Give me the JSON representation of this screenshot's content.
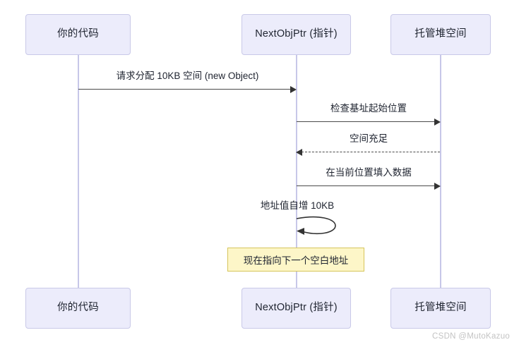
{
  "diagram": {
    "type": "sequence-diagram",
    "background_color": "#ffffff",
    "actor_fill": "#ececfb",
    "actor_border": "#c9c9e8",
    "lifeline_color": "#c7c7e8",
    "arrow_color": "#333333",
    "note_fill": "#fdf6c8",
    "note_border": "#d6c55b",
    "participants": [
      {
        "id": "code",
        "label": "你的代码"
      },
      {
        "id": "ptr",
        "label": "NextObjPtr (指针)"
      },
      {
        "id": "heap",
        "label": "托管堆空间"
      }
    ],
    "messages": [
      {
        "from": "code",
        "to": "ptr",
        "label": "请求分配 10KB 空间 (new Object)",
        "style": "solid",
        "direction": "right"
      },
      {
        "from": "ptr",
        "to": "heap",
        "label": "检查基址起始位置",
        "style": "solid",
        "direction": "right"
      },
      {
        "from": "heap",
        "to": "ptr",
        "label": "空间充足",
        "style": "dashed",
        "direction": "left"
      },
      {
        "from": "ptr",
        "to": "heap",
        "label": "在当前位置填入数据",
        "style": "solid",
        "direction": "right"
      },
      {
        "from": "ptr",
        "to": "ptr",
        "label": "地址值自增 10KB",
        "style": "solid",
        "direction": "self-loop"
      }
    ],
    "notes": [
      {
        "over": "ptr",
        "label": "现在指向下一个空白地址"
      }
    ],
    "watermark": "CSDN @MutoKazuo"
  }
}
